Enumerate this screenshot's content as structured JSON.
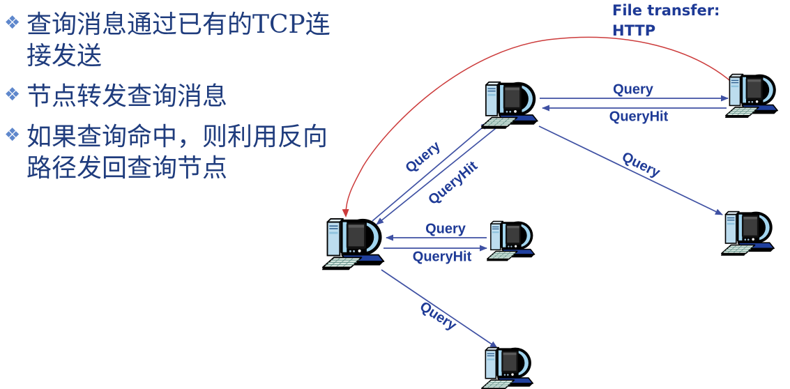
{
  "slide": {
    "bullet_glyph": "❖",
    "bullets": [
      {
        "line1": "查询消息通过已有的TCP连",
        "line2": "接发送"
      },
      {
        "line1": "节点转发查询消息",
        "line2": ""
      },
      {
        "line1": "如果查询命中，则利用反向",
        "line2": "路径发回查询节点"
      }
    ]
  },
  "diagram": {
    "file_transfer": {
      "line1": "File transfer:",
      "line2": "HTTP"
    },
    "edges": {
      "top_query": "Query",
      "top_queryhit": "QueryHit",
      "left_diag_query": "Query",
      "left_diag_queryhit": "QueryHit",
      "mid_query": "Query",
      "mid_queryhit": "QueryHit",
      "right_diag_query": "Query",
      "bottom_diag_query": "Query"
    },
    "node_count": "6",
    "colors": {
      "bullet_text": "#1f3c7d",
      "bullet_glyph": "#5e87cc",
      "label_text": "#1e3a96",
      "arrow_blue": "#3f51a3",
      "arrow_red": "#cc3b3b"
    }
  }
}
